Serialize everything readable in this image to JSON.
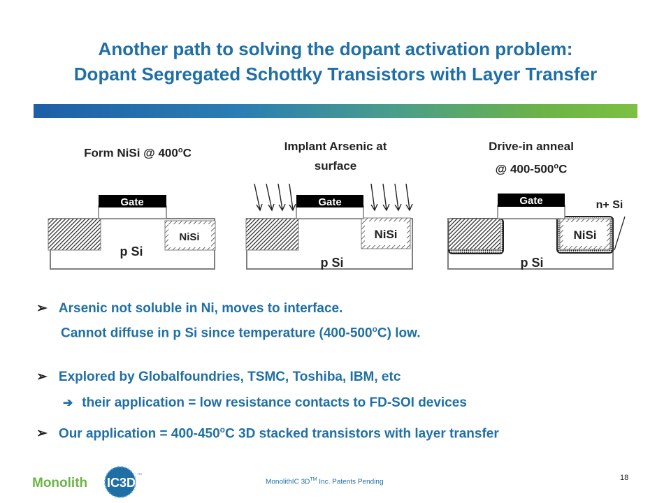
{
  "title": {
    "line1": "Another path to solving the dopant activation problem:",
    "line2": "Dopant Segregated Schottky Transistors with Layer Transfer"
  },
  "steps": [
    {
      "line1": "Form NiSi @ 400",
      "sup": "o",
      "tail": "C"
    },
    {
      "line1": "Implant Arsenic at",
      "line2": "surface"
    },
    {
      "line1": "Drive-in anneal",
      "line2": "@ 400-500",
      "sup": "o",
      "tail": "C"
    }
  ],
  "diagram": {
    "gate_label": "Gate",
    "nisi_label": "NiSi",
    "substrate_label": "p Si",
    "n_plus_label": "n+ Si"
  },
  "bullets": [
    {
      "line1": "Arsenic not soluble in Ni, moves to interface.",
      "line2a": "Cannot diffuse in p Si since temperature (400-500",
      "line2sup": "o",
      "line2b": "C) low."
    },
    {
      "line1": "Explored by Globalfoundries, TSMC, Toshiba, IBM, etc",
      "line2": "their application = low resistance contacts to FD-SOI devices"
    },
    {
      "line1a": "Our application = 400-450",
      "line1sup": "o",
      "line1b": "C 3D stacked transistors with layer transfer"
    }
  ],
  "footer": {
    "company": "MonolithIC 3D",
    "tm": "TM",
    "rest": " Inc. Patents Pending",
    "page_number": "18"
  },
  "logo": {
    "text_a": "Monolith",
    "text_b": "IC3D",
    "tm": "™"
  },
  "colors": {
    "accent": "#1f6fa5",
    "green": "#7cc142"
  }
}
